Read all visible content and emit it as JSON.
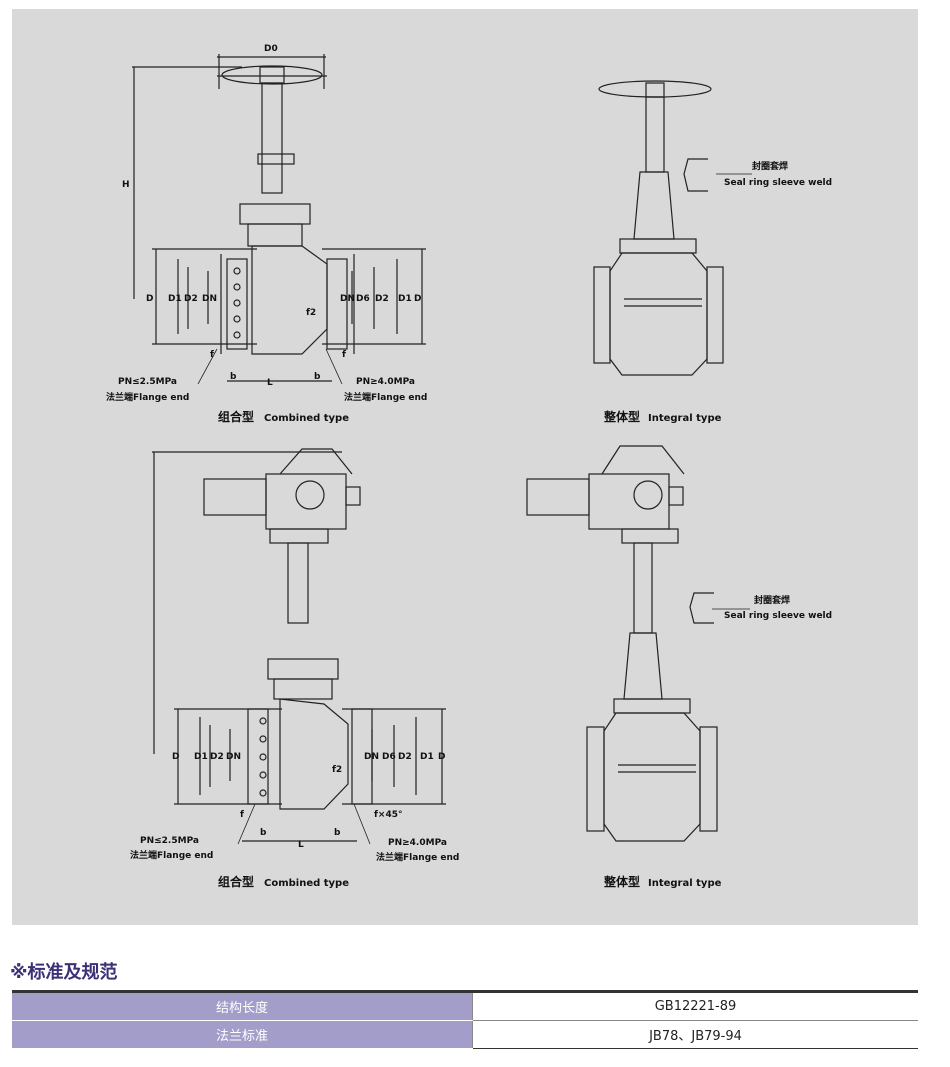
{
  "figure": {
    "captions": {
      "top_left_cn": "组合型",
      "top_left_en": "Combined type",
      "top_right_cn": "整体型",
      "top_right_en": "Integral type",
      "bottom_left_cn": "组合型",
      "bottom_left_en": "Combined type",
      "bottom_right_cn": "整体型",
      "bottom_right_en": "Integral type"
    },
    "dims": {
      "D0": "D0",
      "H": "H",
      "D": "D",
      "D1": "D1",
      "D2": "D2",
      "DN": "DN",
      "D6": "D6",
      "f": "f",
      "f2": "f2",
      "b": "b",
      "L": "L",
      "fx45": "f×45°"
    },
    "notes": {
      "pn_low": "PN≤2.5MPa",
      "pn_high": "PN≥4.0MPa",
      "flange_end": "法兰端Flange end",
      "seal_cn": "封圈套焊",
      "seal_en": "Seal ring sleeve weld"
    }
  },
  "section": {
    "title": "※标准及规范"
  },
  "spec_table": [
    {
      "label": "结构长度",
      "value": "GB12221-89"
    },
    {
      "label": "法兰标准",
      "value": "JB78、JB79-94"
    }
  ]
}
